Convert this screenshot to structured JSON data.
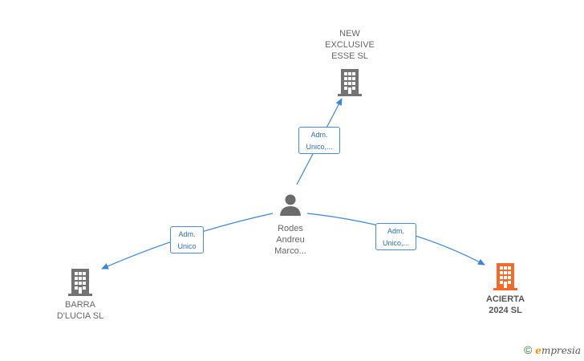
{
  "colors": {
    "company": "#737373",
    "highlight": "#f26b2a",
    "person": "#6b6b6b",
    "edge": "#3f86d6"
  },
  "nodes": {
    "person": {
      "label": "Rodes\nAndreu\nMarco...",
      "icon": "person-icon"
    },
    "new_exclusive": {
      "label": "NEW\nEXCLUSIVE\nESSE  SL",
      "icon": "building-icon"
    },
    "barra": {
      "label": "BARRA\nD'LUCIA SL",
      "icon": "building-icon"
    },
    "acierta": {
      "label": "ACIERTA\n2024  SL",
      "icon": "building-icon"
    }
  },
  "edges": {
    "to_new_exclusive": {
      "label": "Adm.\nUnico,..."
    },
    "to_barra": {
      "label": "Adm.\nUnico"
    },
    "to_acierta": {
      "label": "Adm.\nUnico,..."
    }
  },
  "brand": {
    "copyright": "©",
    "initial": "e",
    "name": "mpresia"
  }
}
